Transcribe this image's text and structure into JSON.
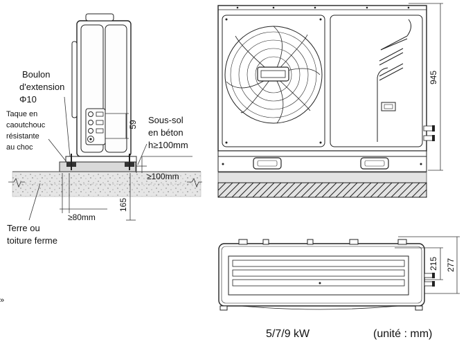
{
  "side_view": {
    "bolt_label_lines": [
      "Boulon",
      "d'extension",
      "Φ10"
    ],
    "rubber_label_lines": [
      "Taque en",
      "caoutchouc",
      "résistante",
      "au choc"
    ],
    "concrete_label_lines": [
      "Sous-sol",
      "en béton",
      "h≥100mm"
    ],
    "ground_label_lines": [
      "Terre ou",
      "toiture ferme"
    ],
    "dim_59": "59",
    "dim_clearance": "≥100mm",
    "dim_165": "165",
    "dim_80": "≥80mm"
  },
  "front_view": {
    "dim_height": "945"
  },
  "top_view": {
    "dim_215": "215",
    "dim_277": "277"
  },
  "footer": {
    "model_label": "5/7/9 kW",
    "unit_label": "(unité : mm)"
  },
  "stray_mark": "»"
}
